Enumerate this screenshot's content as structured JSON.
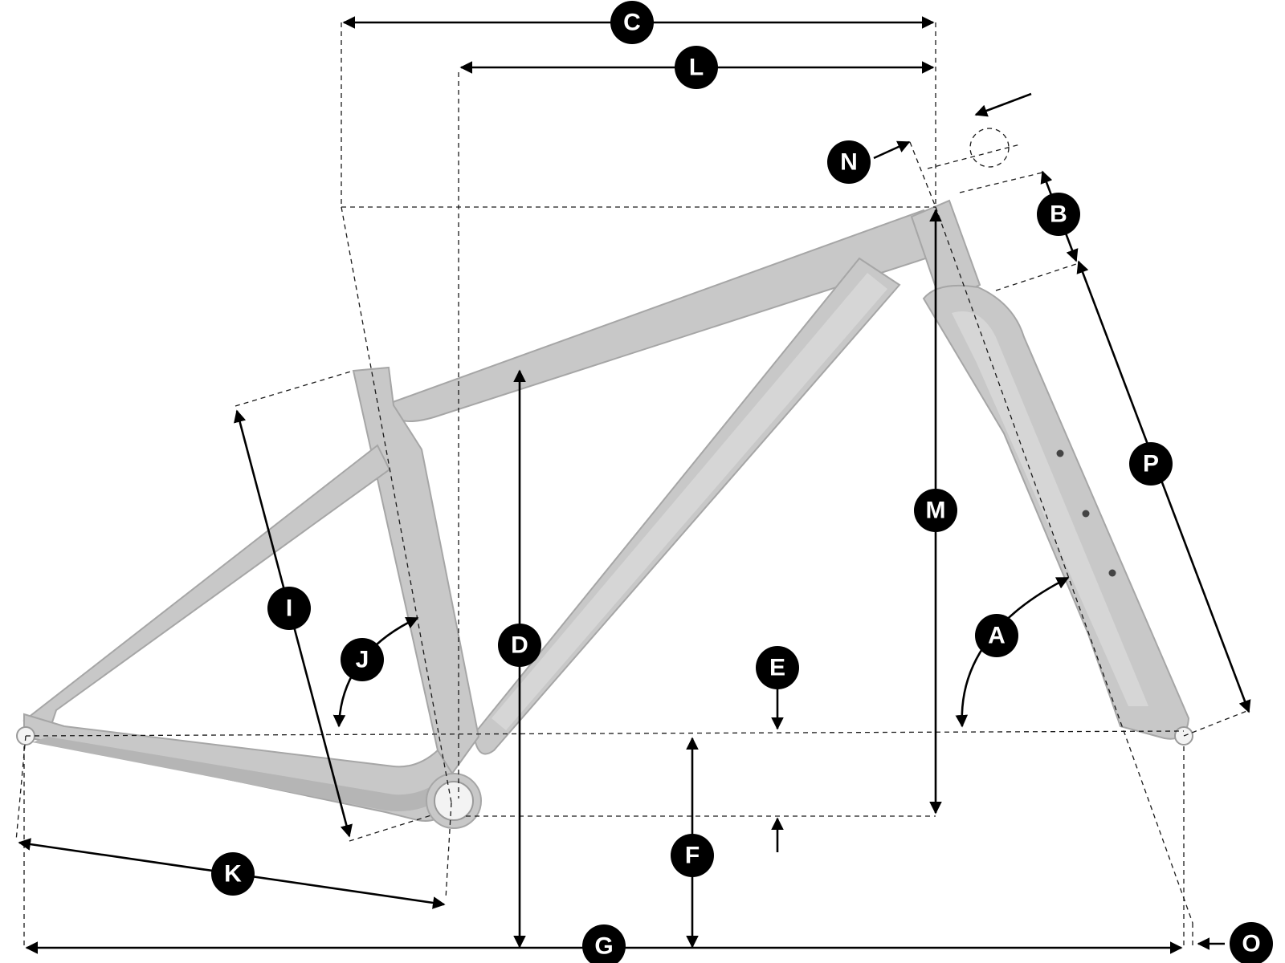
{
  "labels": {
    "a": "A",
    "b": "B",
    "c": "C",
    "d": "D",
    "e": "E",
    "f": "F",
    "g": "G",
    "i": "I",
    "j": "J",
    "k": "K",
    "l": "L",
    "m": "M",
    "n": "N",
    "o": "O",
    "p": "P"
  },
  "colors": {
    "frame": "#c8c8c8",
    "frame_outline": "#a6a6a6",
    "badge": "#000000",
    "badge_text": "#ffffff",
    "line": "#000000"
  }
}
